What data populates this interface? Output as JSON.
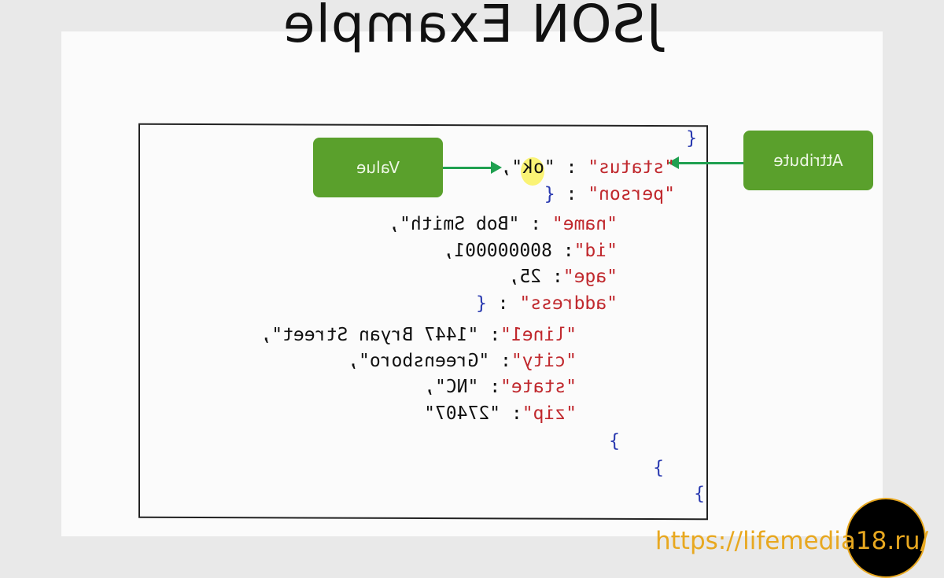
{
  "slide": {
    "title": "JSON Example",
    "callouts": {
      "attribute": "Attribute",
      "value": "Value"
    },
    "code": {
      "open": "{",
      "status_key": "\"status\"",
      "status_sep": " : ",
      "status_val": "\"ok\",",
      "person_key": "\"person\"",
      "person_sep": " : ",
      "person_brace": "{",
      "name_key": "\"name\"",
      "name_sep": " : ",
      "name_val": "\"Bob Smith\",",
      "id_key": "\"id\"",
      "id_sep": ": ",
      "id_val": "800000001,",
      "age_key": "\"age\"",
      "age_sep": ": ",
      "age_val": "25,",
      "address_key": "\"address\"",
      "address_sep": " : ",
      "address_brace": "{",
      "line1_key": "\"line1\"",
      "line1_sep": ": ",
      "line1_val": "\"1447 Bryan Street\",",
      "city_key": "\"city\"",
      "city_sep": ": ",
      "city_val": "\"Greensboro\",",
      "state_key": "\"state\"",
      "state_sep": ": ",
      "state_val": "\"NC\",",
      "zip_key": "\"zip\"",
      "zip_sep": ": ",
      "zip_val": "\"27407\"",
      "close1": "}",
      "close2": "}",
      "close3": "}"
    },
    "colors": {
      "key": "#c0282d",
      "brace": "#2a3ab0",
      "callout": "#5aa02c",
      "arrow": "#1fa050"
    },
    "mirrored": true
  },
  "watermark": {
    "url": "https://lifemedia18.ru/",
    "color": "#e8a820"
  }
}
